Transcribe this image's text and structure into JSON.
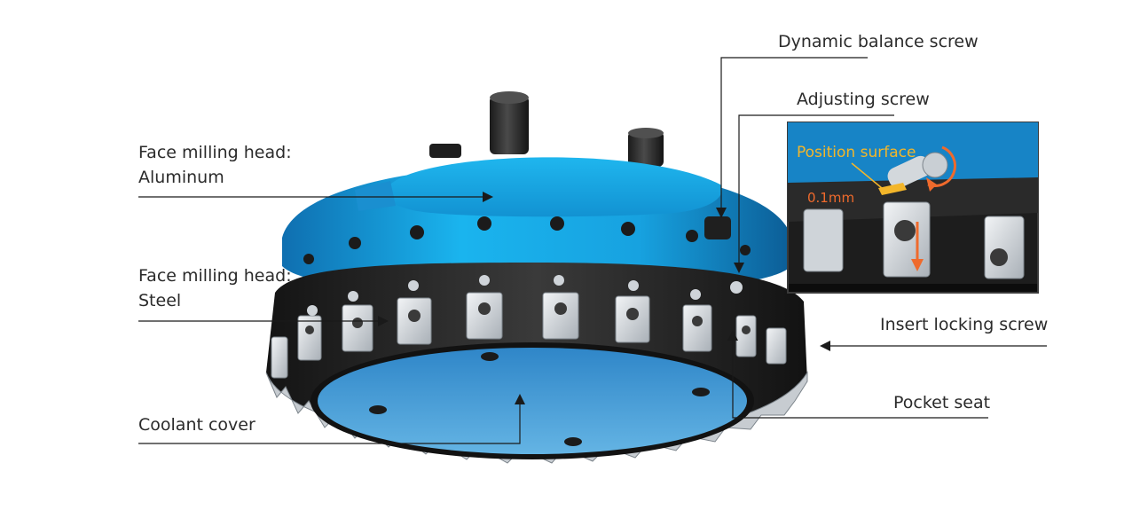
{
  "diagram": {
    "subject": "face milling cutter head",
    "labels": {
      "aluminum_line1": "Face milling head:",
      "aluminum_line2": "Aluminum",
      "steel_line1": "Face milling head:",
      "steel_line2": "Steel",
      "coolant": "Coolant cover",
      "dynamic": "Dynamic balance screw",
      "adjusting": "Adjusting screw",
      "insert": "Insert locking screw",
      "pocket": "Pocket seat"
    },
    "inset": {
      "position_surface": "Position surface",
      "measure": "0.1mm"
    },
    "colors": {
      "aluminum_body": "#1aa3e0",
      "steel_ring": "#2a2a2a",
      "coolant_cover": "#4ea6dc",
      "insert_metal": "#d9dde1",
      "label_text": "#2b2b2b",
      "leader_line": "#1a1a1a",
      "inset_highlight": "#f3b62a",
      "inset_measure": "#ef6a2c"
    }
  }
}
